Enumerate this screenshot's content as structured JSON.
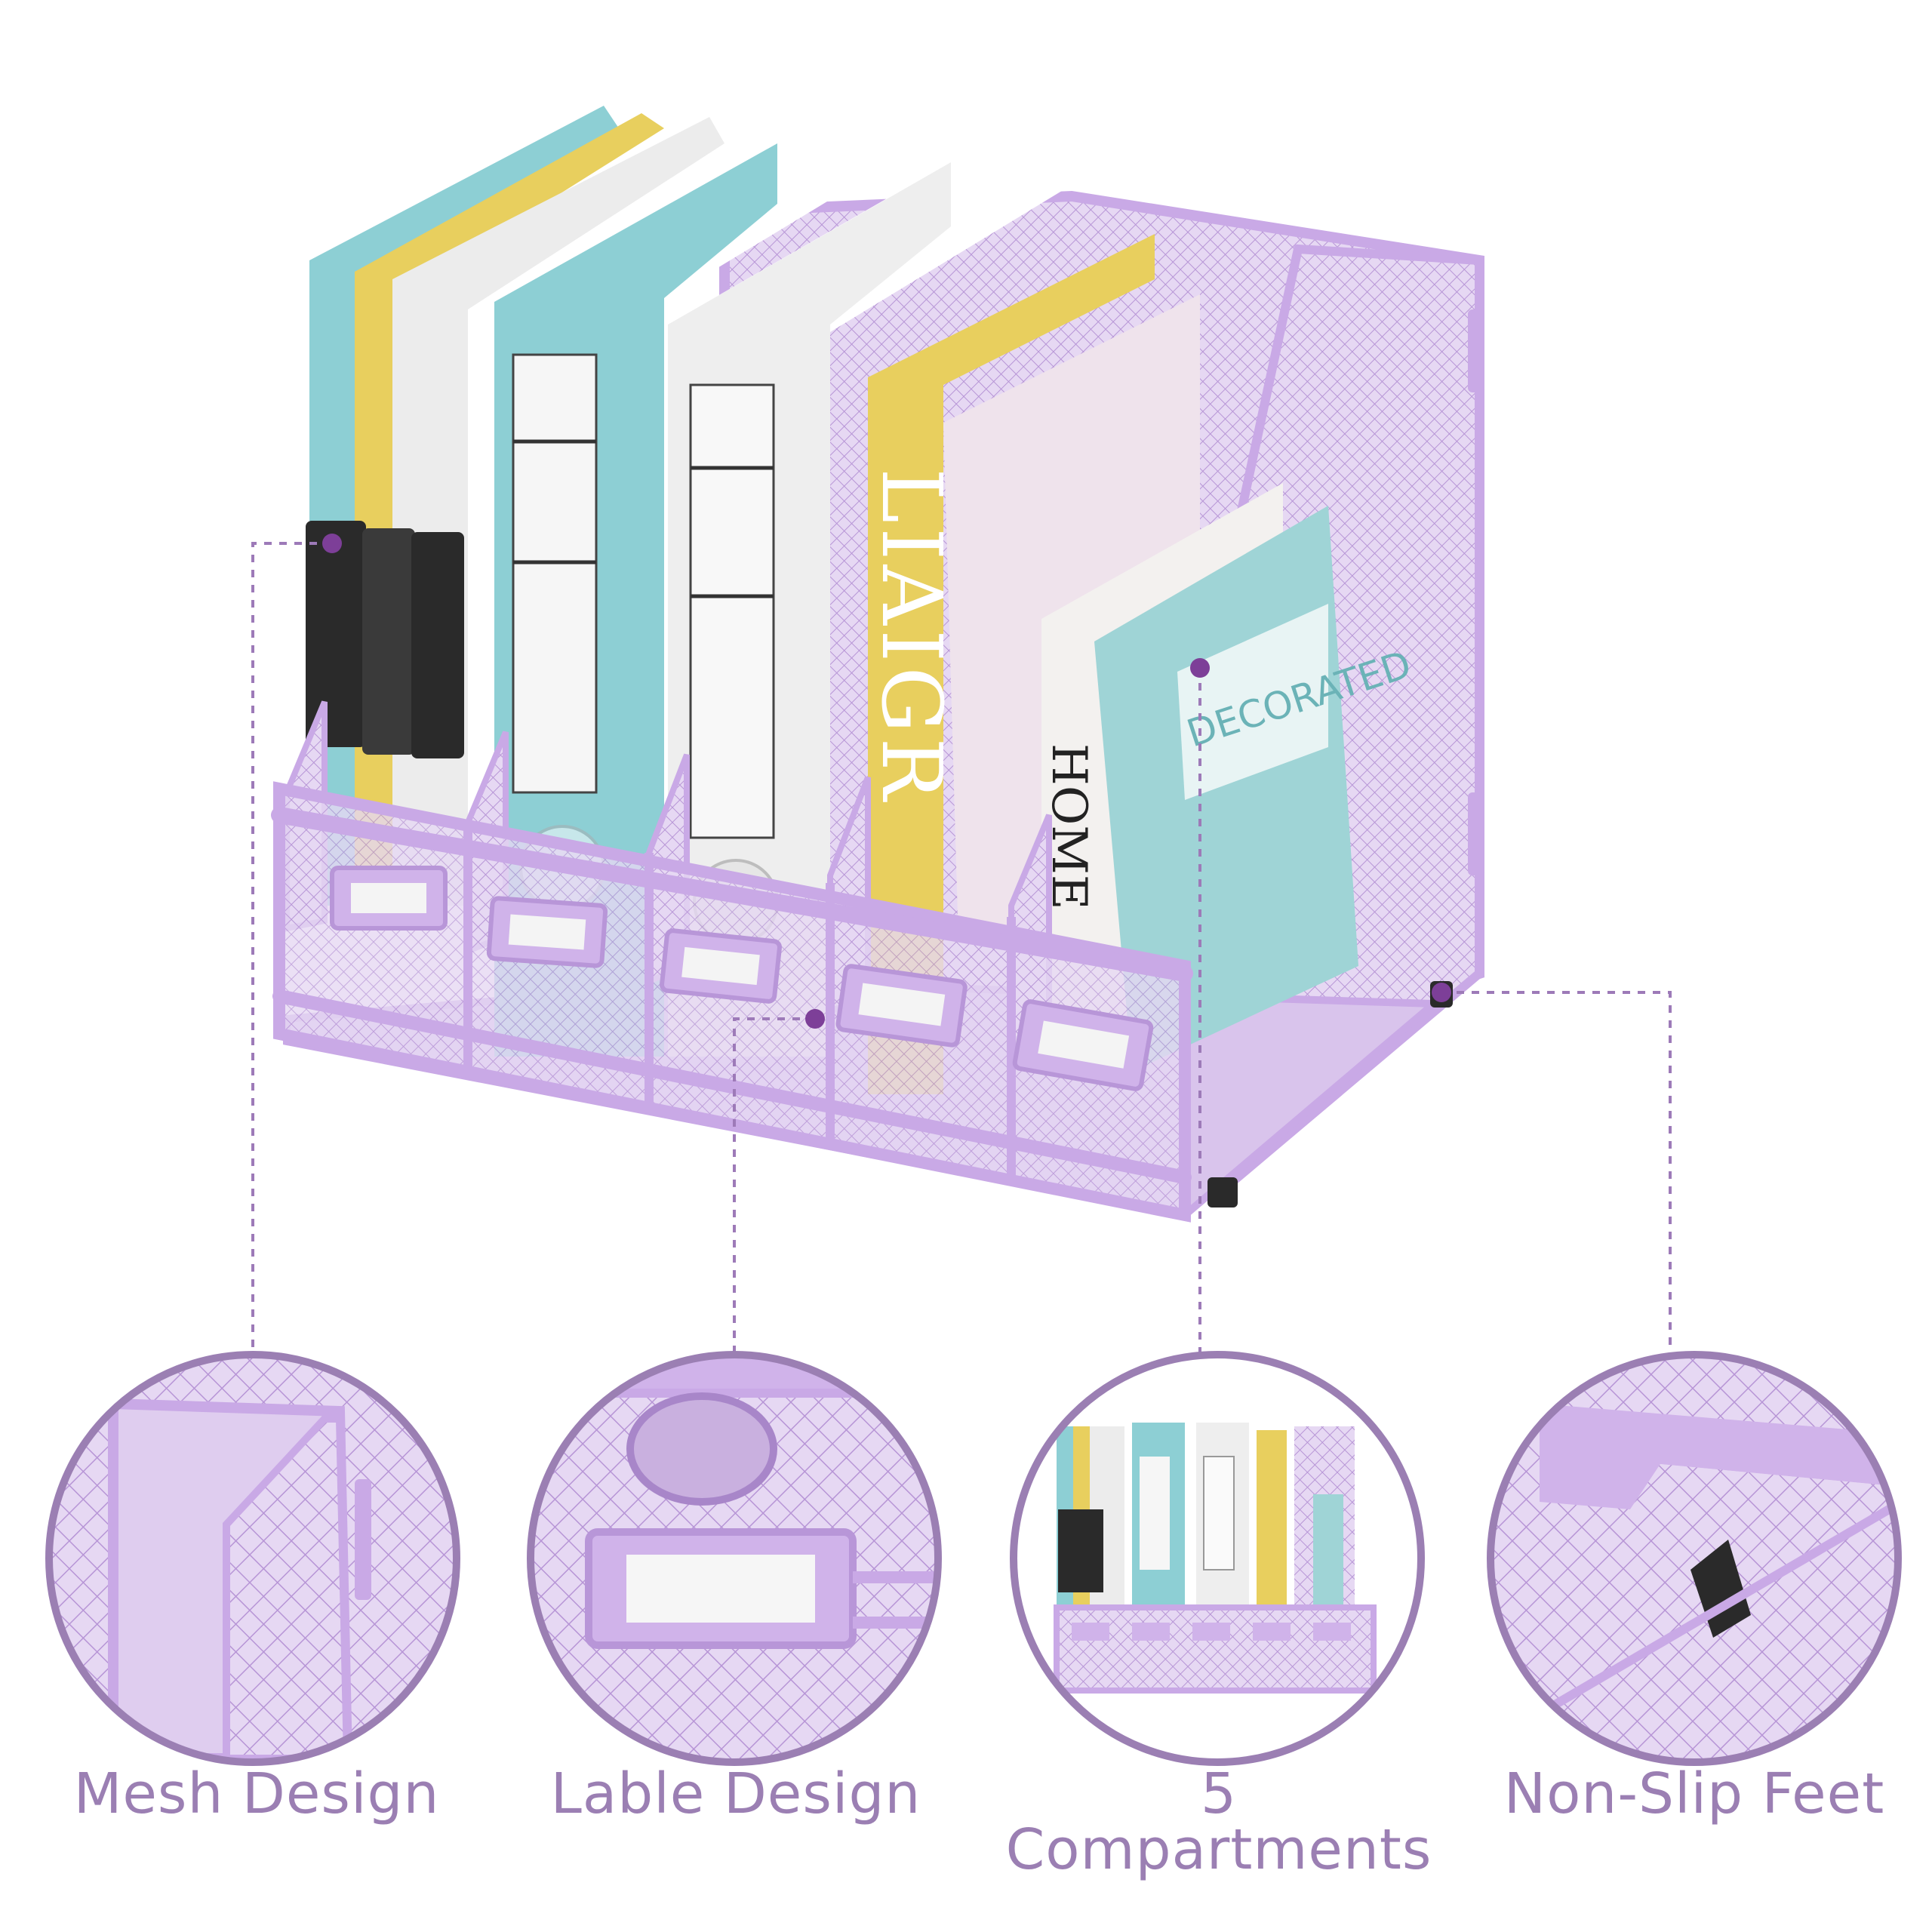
{
  "colors": {
    "frame": "#c9a9e6",
    "frame_dark": "#a886c9",
    "mesh_fill": "#e4d5f2",
    "callout_dot": "#7d3f98",
    "caption_text": "#9b7fb3",
    "teal": "#8dcfd4",
    "yellow": "#e8cf5e",
    "white_binder": "#efefef",
    "foot": "#2a2a2a"
  },
  "product": {
    "binder_spine_text": "LIAIGR",
    "book_spine_text": "HOME",
    "book_cover_text": "DECORATED"
  },
  "features": [
    {
      "label": "Mesh Design",
      "icon": "mesh-panel-closeup"
    },
    {
      "label": "Lable Design",
      "icon": "label-holder-closeup"
    },
    {
      "label": "5 Compartments",
      "icon": "organizer-thumbnail"
    },
    {
      "label": "Non-Slip Feet",
      "icon": "rubber-foot-closeup"
    }
  ]
}
